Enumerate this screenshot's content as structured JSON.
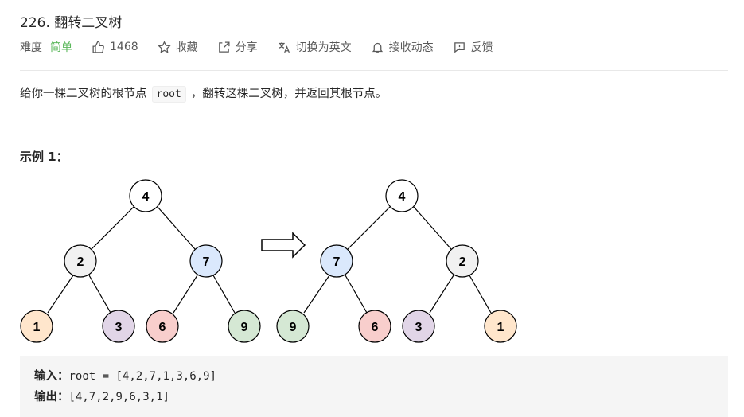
{
  "problem": {
    "title": "226. 翻转二叉树",
    "difficulty_label": "难度",
    "difficulty_value": "简单",
    "likes": "1468",
    "favorite_label": "收藏",
    "share_label": "分享",
    "translate_label": "切换为英文",
    "notify_label": "接收动态",
    "feedback_label": "反馈"
  },
  "description": {
    "prefix": "给你一棵二叉树的根节点",
    "code": "root",
    "suffix": "，翻转这棵二叉树，并返回其根节点。"
  },
  "example": {
    "title": "示例 1：",
    "input_label": "输入：",
    "input_value": "root = [4,2,7,1,3,6,9]",
    "output_label": "输出：",
    "output_value": "[4,7,2,9,6,3,1]"
  },
  "trees": {
    "before": [
      "4",
      "2",
      "7",
      "1",
      "3",
      "6",
      "9"
    ],
    "after": [
      "4",
      "7",
      "2",
      "9",
      "6",
      "3",
      "1"
    ]
  },
  "colors": {
    "easy": "#5cb85c",
    "node_4": "#ffffff",
    "node_2": "#f1f1f1",
    "node_7": "#dae8fc",
    "node_1": "#ffe6cc",
    "node_3": "#e1d5e7",
    "node_6": "#f8cecc",
    "node_9": "#d5e8d4"
  }
}
